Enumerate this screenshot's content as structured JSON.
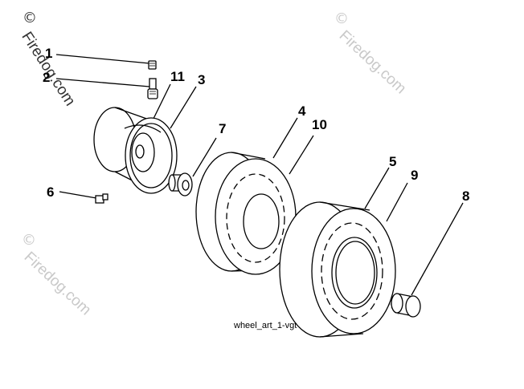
{
  "watermark": {
    "text": "Firedog.com",
    "symbol": "©"
  },
  "callouts": {
    "c1": "1",
    "c2": "2",
    "c3": "3",
    "c4": "4",
    "c5": "5",
    "c6": "6",
    "c7": "7",
    "c8": "8",
    "c9": "9",
    "c10": "10",
    "c11": "11"
  },
  "caption": "wheel_art_1-vgt"
}
